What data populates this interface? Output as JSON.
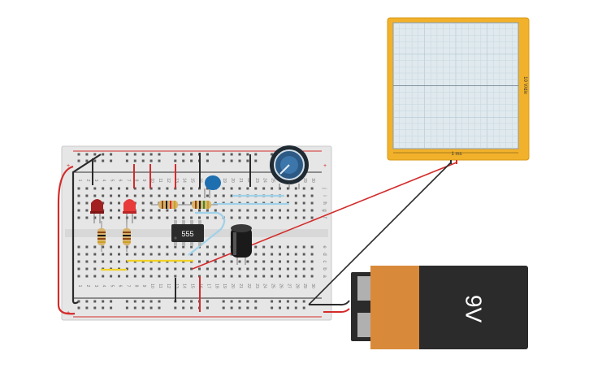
{
  "canvas": {
    "background": "#ffffff"
  },
  "breadboard": {
    "column_numbers": [
      "1",
      "2",
      "3",
      "4",
      "5",
      "6",
      "7",
      "8",
      "9",
      "10",
      "11",
      "12",
      "13",
      "14",
      "15",
      "16",
      "17",
      "18",
      "19",
      "20",
      "21",
      "22",
      "23",
      "24",
      "25",
      "26",
      "27",
      "28",
      "29",
      "30"
    ],
    "row_letters_top": [
      "j",
      "i",
      "h",
      "g",
      "f"
    ],
    "row_letters_bottom": [
      "e",
      "d",
      "c",
      "b",
      "a"
    ],
    "rail_plus": "+",
    "rail_minus": "−",
    "colors": {
      "body": "#e6e6e6",
      "rail_red": "#d42b2b",
      "rail_dark": "#333333"
    }
  },
  "components": {
    "ic": {
      "label": "555",
      "icon": "ic-chip-icon"
    },
    "battery": {
      "label": "9V",
      "icon": "battery-icon",
      "colors": {
        "body": "#2b2b2b",
        "band": "#d88a3a"
      }
    },
    "led_dark_red": {
      "icon": "led-icon",
      "color": "#a32020"
    },
    "led_red": {
      "icon": "led-icon",
      "color": "#e83a3a"
    },
    "capacitor_ceramic": {
      "icon": "capacitor-icon",
      "color": "#1e6fb0"
    },
    "capacitor_electrolytic": {
      "icon": "capacitor-icon",
      "color": "#1a1a1a"
    },
    "potentiometer": {
      "icon": "potentiometer-icon",
      "color": "#2c5a85"
    }
  },
  "oscilloscope": {
    "x_label": "1 ms",
    "y_label": "10 V/div",
    "colors": {
      "frame": "#f2b12a",
      "screen": "#dfe9ee",
      "grid": "#b9ccd6"
    }
  },
  "wires": {
    "colors": {
      "red": "#d42b2b",
      "black": "#2a2a2a",
      "yellow": "#f2d225",
      "light_blue": "#9fd1ea"
    }
  }
}
